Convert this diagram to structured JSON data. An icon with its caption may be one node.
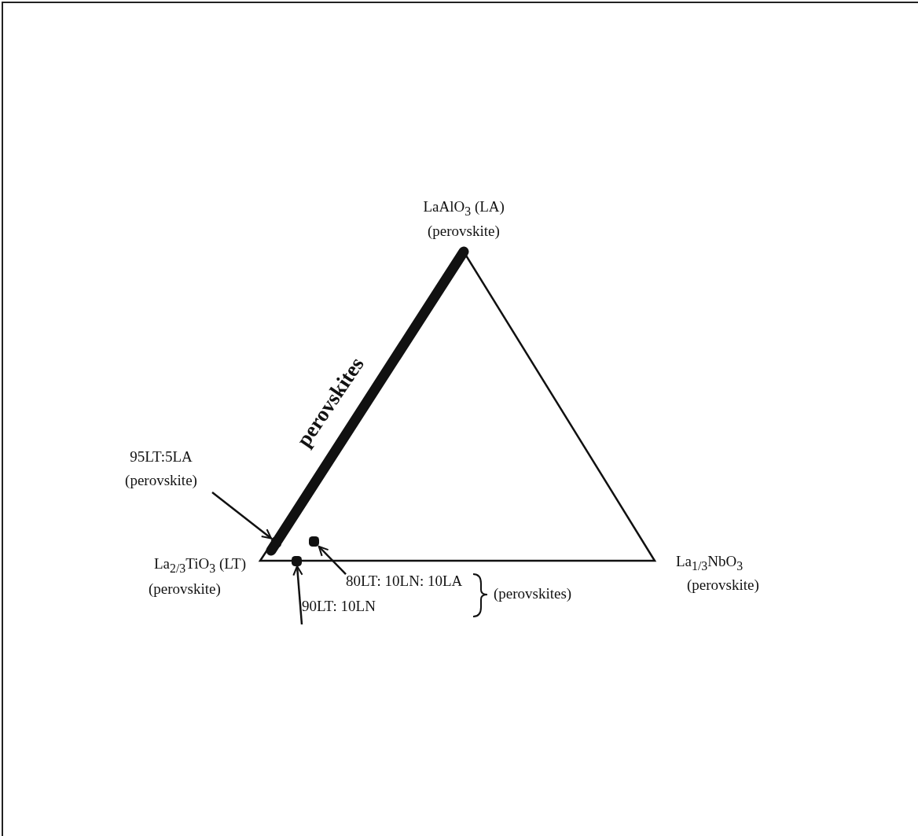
{
  "diagram": {
    "nodes": [
      {
        "text": [
          "95LT:5LA",
          "(perovskite)"
        ]
      },
      {
        "text": [],
        "shape": "circle"
      },
      {
        "text": [],
        "shape": "circle"
      },
      {
        "text": [],
        "shape": "circle"
      },
      {
        "text": [
          "80LT: 10LN: 10LA"
        ]
      },
      {
        "text": [
          "90LT: 10LN"
        ]
      }
    ],
    "edges": [
      {
        "from": 0,
        "to": 1,
        "arrow": "to"
      },
      {
        "from": 4,
        "to": 3,
        "arrow": "to"
      },
      {
        "from": 5,
        "to": 2,
        "arrow": "to"
      }
    ],
    "labels": [
      "LaAlO$_{3}$ (LA)",
      "(perovskite)",
      "perovskites",
      "La$_{2/3}$TiO$_{3}$ (LT)",
      "(perovskite)",
      "La$_{1/3}$NbO$_{3}$",
      "(perovskite)",
      "(perovskites)"
    ]
  }
}
